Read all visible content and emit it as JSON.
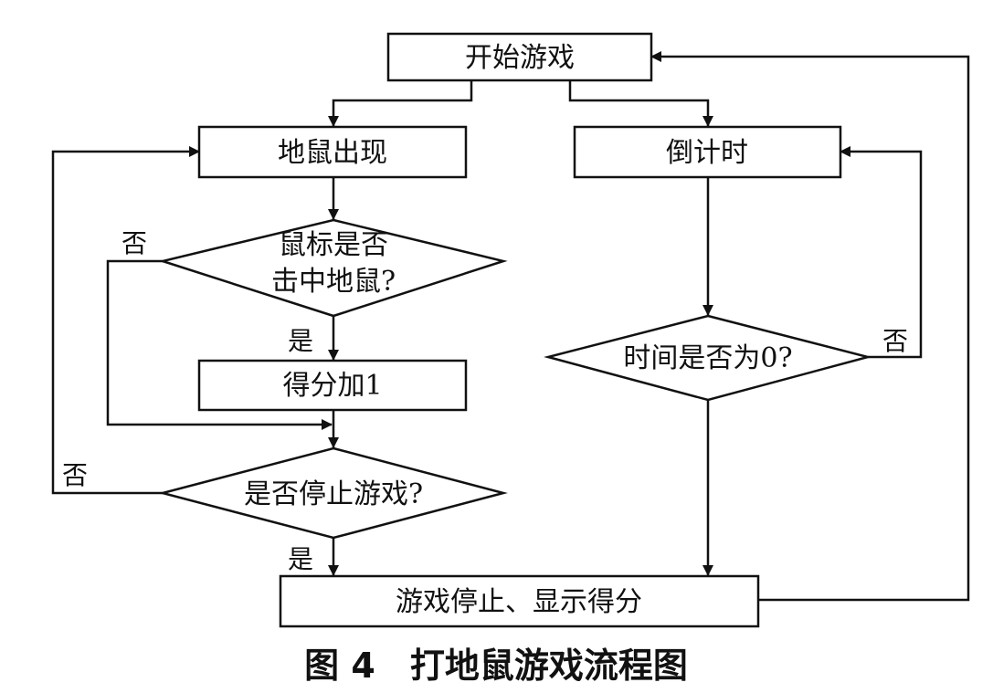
{
  "nodes": {
    "start": "开始游戏",
    "mole": "地鼠出现",
    "countdown": "倒计时",
    "hit_line1": "鼠标是否",
    "hit_line2": "击中地鼠?",
    "score": "得分加1",
    "time_zero": "时间是否为0?",
    "stop_q": "是否停止游戏?",
    "end": "游戏停止、显示得分"
  },
  "edges": {
    "yes": "是",
    "no": "否"
  },
  "caption": "图 4　打地鼠游戏流程图",
  "colors": {
    "ink": "#111111",
    "background": "#ffffff"
  }
}
